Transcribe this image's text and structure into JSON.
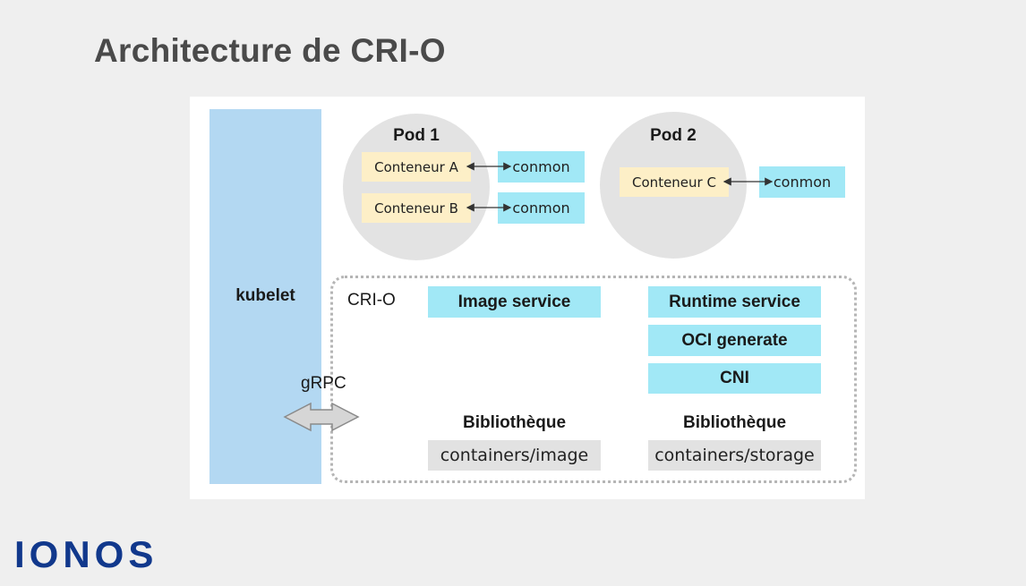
{
  "title": "Architecture de CRI-O",
  "kubelet": {
    "label": "kubelet"
  },
  "pods": [
    {
      "label": "Pod 1",
      "containers": [
        {
          "label": "Conteneur A",
          "conmon": "conmon"
        },
        {
          "label": "Conteneur B",
          "conmon": "conmon"
        }
      ]
    },
    {
      "label": "Pod 2",
      "containers": [
        {
          "label": "Conteneur C",
          "conmon": "conmon"
        }
      ]
    }
  ],
  "crio": {
    "label": "CRI-O",
    "image_service": "Image service",
    "runtime_services": [
      "Runtime service",
      "OCI generate",
      "CNI"
    ],
    "libraries": [
      {
        "label": "Bibliothèque",
        "value": "containers/image"
      },
      {
        "label": "Bibliothèque",
        "value": "containers/storage"
      }
    ]
  },
  "connection": {
    "label": "gRPC"
  },
  "logo": {
    "text": "IONOS",
    "color": "#11388c"
  },
  "colors": {
    "background": "#efefef",
    "kubelet": "#b3d8f2",
    "pod": "#e3e3e3",
    "container": "#fdefc7",
    "service": "#a1e8f6",
    "library": "#e2e2e2"
  }
}
